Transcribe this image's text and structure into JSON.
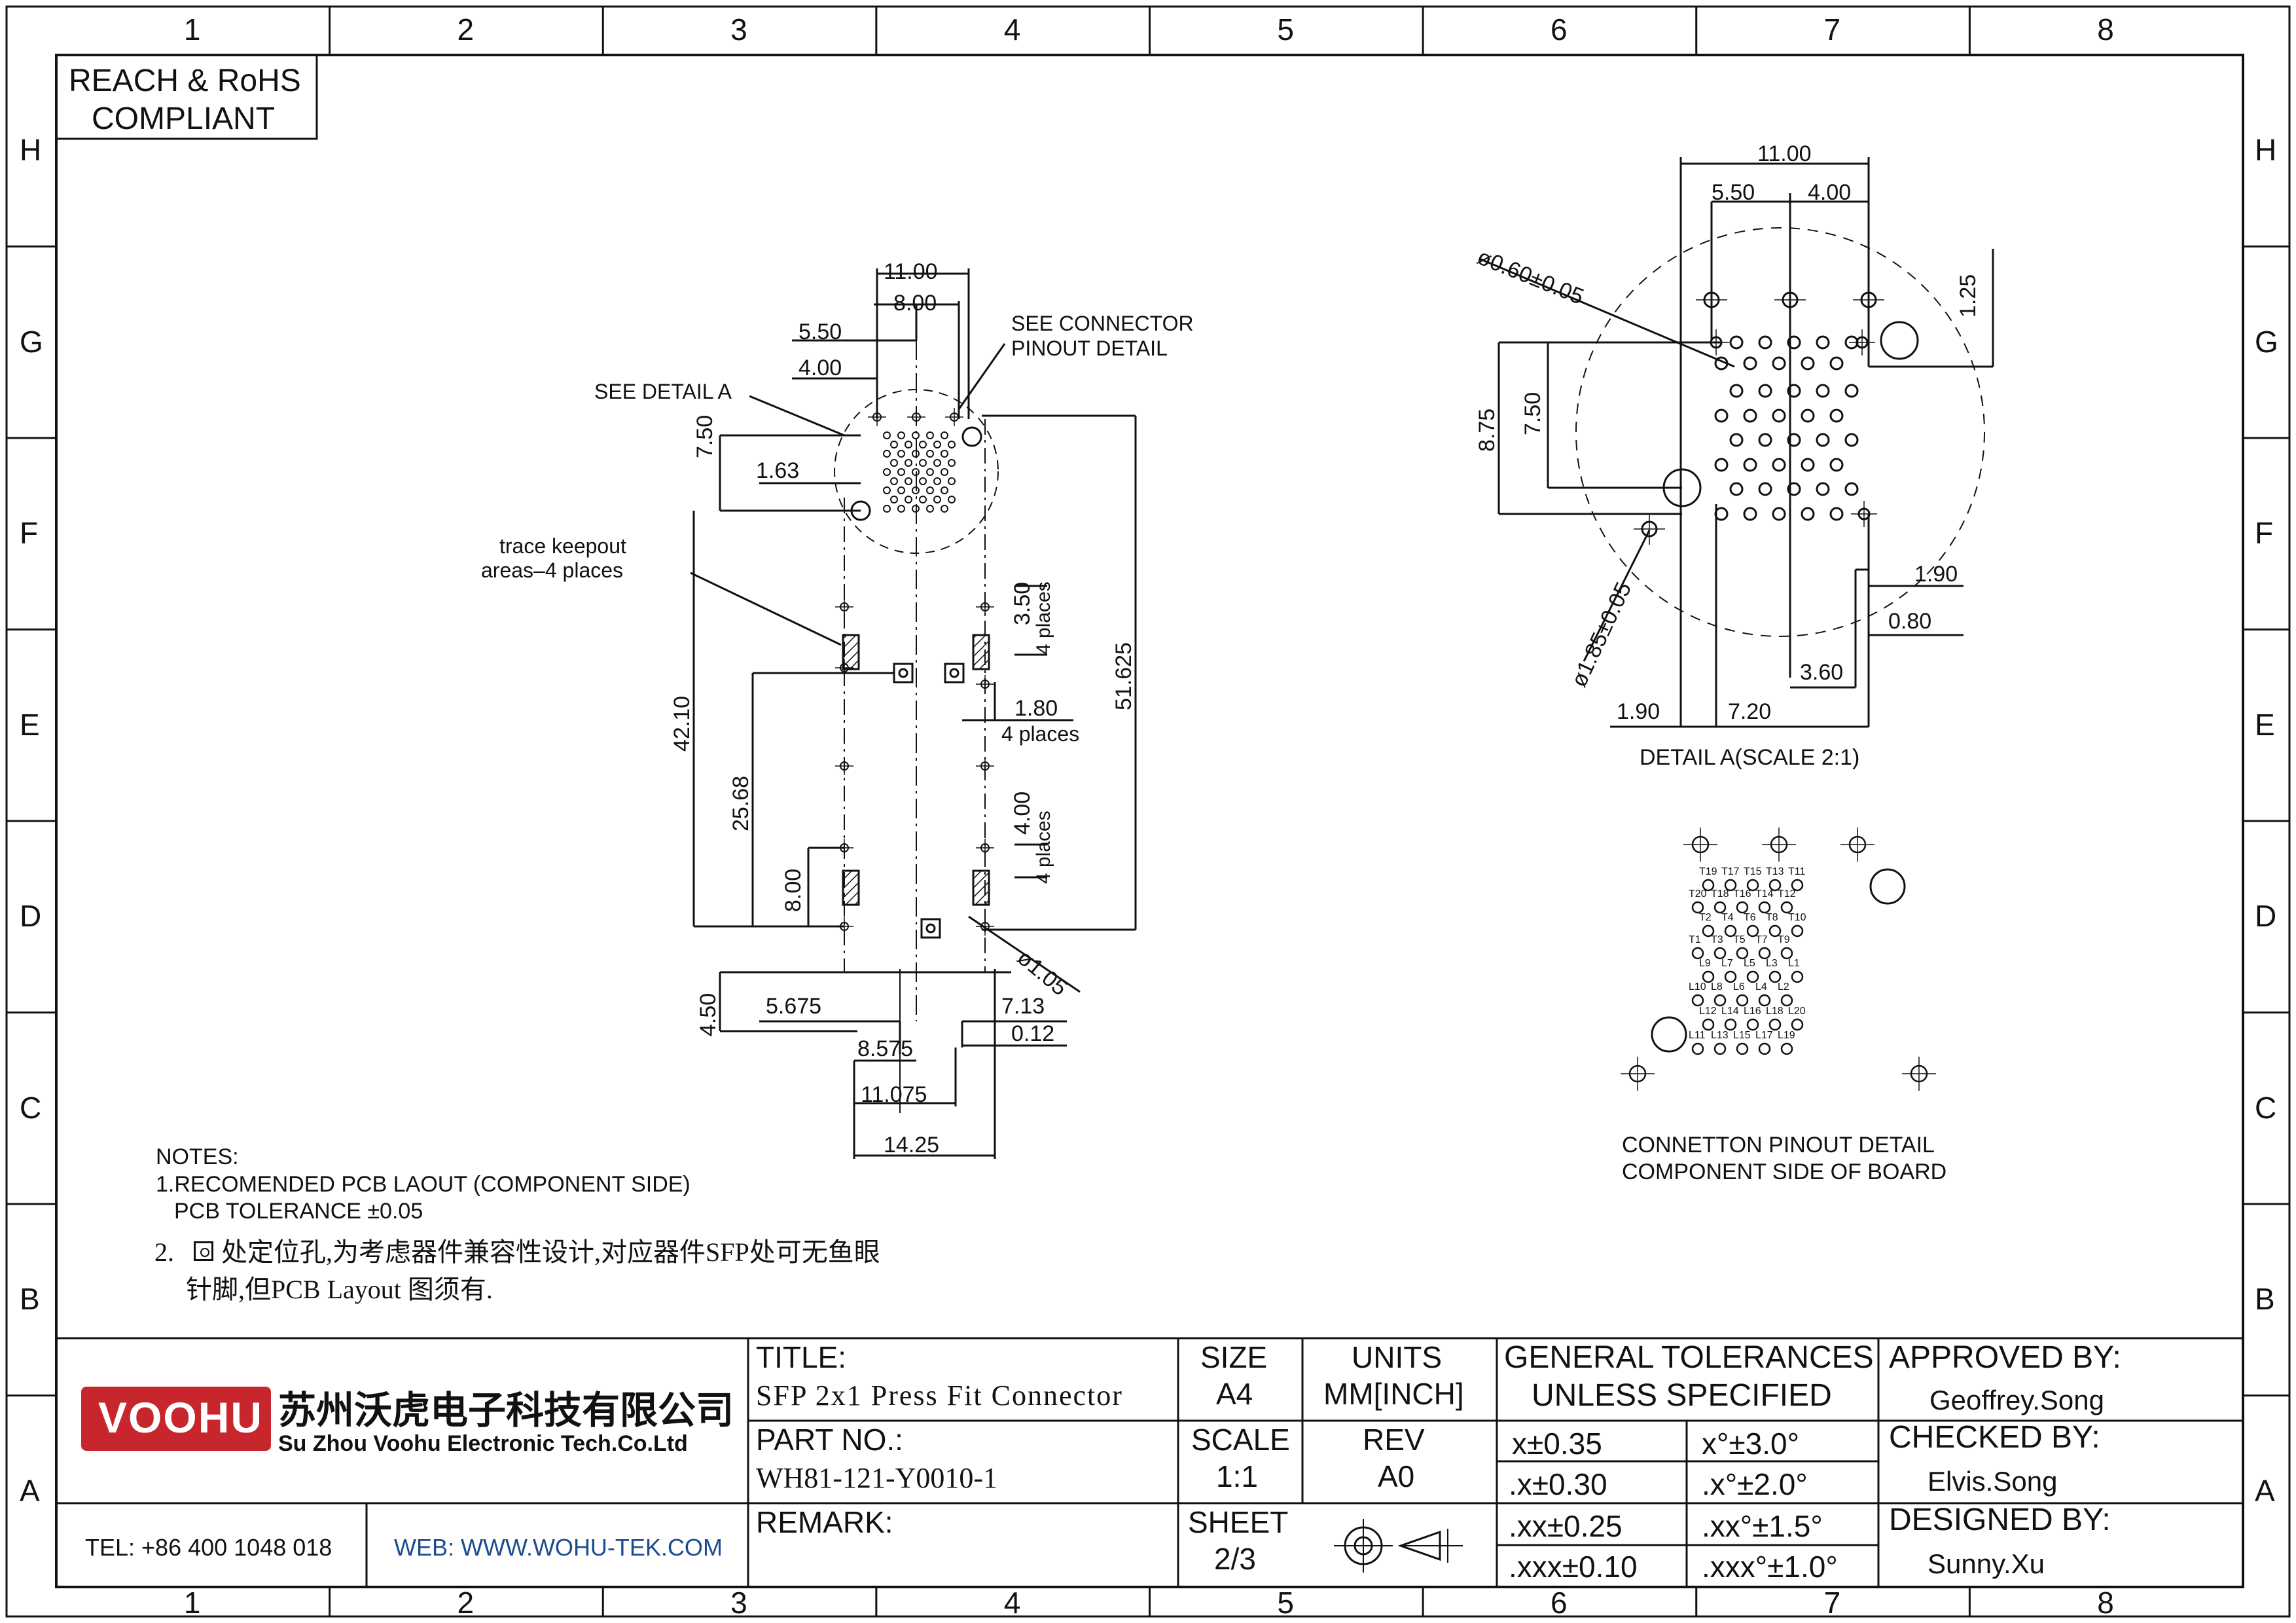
{
  "grid": {
    "columns": [
      "1",
      "2",
      "3",
      "4",
      "5",
      "6",
      "7",
      "8"
    ],
    "rows": [
      "H",
      "G",
      "F",
      "E",
      "D",
      "C",
      "B",
      "A"
    ]
  },
  "compliance": {
    "line1": "REACH & RoHS",
    "line2": "COMPLIANT"
  },
  "main_view": {
    "dims": [
      "11.00",
      "8.00",
      "5.50",
      "4.00",
      "7.50",
      "1.63",
      "3.50",
      "1.80",
      "4.00",
      "42.10",
      "25.68",
      "8.00",
      "4.50",
      "51.625",
      "5.675",
      "8.575",
      "11.075",
      "14.25",
      "7.13",
      "0.12",
      "ø1.05"
    ],
    "places": [
      "4 places",
      "4 places",
      "4 places"
    ],
    "see_connector": [
      "SEE CONNECTOR",
      "PINOUT DETAIL"
    ],
    "see_detail": "SEE DETAIL A",
    "keepout": [
      "trace keepout",
      "areas–4 places"
    ]
  },
  "detail_a": {
    "dims": [
      "11.00",
      "5.50",
      "4.00",
      "1.25",
      "ø0.60±0.05",
      "8.75",
      "7.50",
      "ø1.85±0.05",
      "1.90",
      "0.80",
      "3.60",
      "1.90",
      "7.20"
    ],
    "caption": "DETAIL A(SCALE 2:1)"
  },
  "pinout": {
    "row1": [
      "T19",
      "T17",
      "T15",
      "T13",
      "T11"
    ],
    "row2": [
      "T20",
      "T18",
      "T16",
      "T14",
      "T12"
    ],
    "row3": [
      "T2",
      "T4",
      "T6",
      "T8",
      "T10"
    ],
    "row4": [
      "T1",
      "T3",
      "T5",
      "T7",
      "T9"
    ],
    "row5": [
      "L9",
      "L7",
      "L5",
      "L3",
      "L1"
    ],
    "row6": [
      "L10",
      "L8",
      "L6",
      "L4",
      "L2"
    ],
    "row7": [
      "L12",
      "L14",
      "L16",
      "L18",
      "L20"
    ],
    "row8": [
      "L11",
      "L13",
      "L15",
      "L17",
      "L19"
    ],
    "caption1": "CONNETTON PINOUT DETAIL",
    "caption2": "COMPONENT SIDE OF BOARD"
  },
  "notes": {
    "title": "NOTES:",
    "n1a": "1.RECOMENDED PCB LAOUT (COMPONENT SIDE)",
    "n1b": "PCB TOLERANCE ±0.05",
    "n2_prefix": "2.",
    "n2a": "处定位孔,为考虑器件兼容性设计,对应器件SFP处可无鱼眼",
    "n2b": "针脚,但PCB Layout 图须有."
  },
  "title_block": {
    "logo": "VOOHU",
    "company_cn": "苏州沃虎电子科技有限公司",
    "company_en": "Su Zhou Voohu Electronic Tech.Co.Ltd",
    "tel": "TEL: +86 400 1048 018",
    "web": "WEB: WWW.WOHU-TEK.COM",
    "title_label": "TITLE:",
    "title_value": "SFP 2x1 Press Fit Connector",
    "partno_label": "PART NO.:",
    "partno_value": "WH81-121-Y0010-1",
    "remark_label": "REMARK:",
    "size_label": "SIZE",
    "size_value": "A4",
    "units_label": "UNITS",
    "units_value": "MM[INCH]",
    "scale_label": "SCALE",
    "scale_value": "1:1",
    "rev_label": "REV",
    "rev_value": "A0",
    "sheet_label": "SHEET",
    "sheet_value": "2/3",
    "tol_label1": "GENERAL TOLERANCES",
    "tol_label2": "UNLESS SPECIFIED",
    "tol_lin": [
      "x±0.35",
      ".x±0.30",
      ".xx±0.25",
      ".xxx±0.10"
    ],
    "tol_ang": [
      "x°±3.0°",
      ".x°±2.0°",
      ".xx°±1.5°",
      ".xxx°±1.0°"
    ],
    "approved_label": "APPROVED BY:",
    "approved_value": "Geoffrey.Song",
    "checked_label": "CHECKED BY:",
    "checked_value": "Elvis.Song",
    "designed_label": "DESIGNED BY:",
    "designed_value": "Sunny.Xu"
  },
  "colors": {
    "logo_red": "#c8262d",
    "link_blue": "#1d4b8f"
  }
}
